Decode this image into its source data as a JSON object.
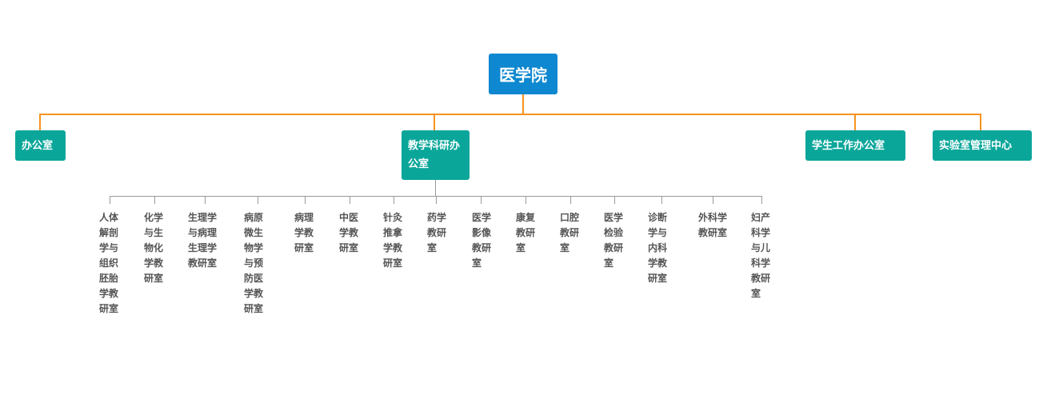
{
  "root": {
    "label": "医学院"
  },
  "children": [
    {
      "label": "办公室"
    },
    {
      "label": "教学科研办公室"
    },
    {
      "label": "学生工作办公室"
    },
    {
      "label": "实验室管理中心"
    }
  ],
  "teaching_units": [
    "人体解剖学与组织胚胎学教研室",
    "化学与生物化学教研室",
    "生理学与病理生理学教研室",
    "病原微生物学与预防医学教研室",
    "病理学教研室",
    "中医学教研室",
    "针灸推拿学教研室",
    "药学教研室",
    "医学影像教研室",
    "康复教研室",
    "口腔教研室",
    "医学检验教研室",
    "诊断学与内科学教研室",
    "外科学教研室",
    "妇产科学与儿科学教研室"
  ],
  "colors": {
    "root": "#0e88d0",
    "child": "#0aa69a",
    "connector": "#f7931e",
    "sub_connector": "#9a9a9a"
  }
}
